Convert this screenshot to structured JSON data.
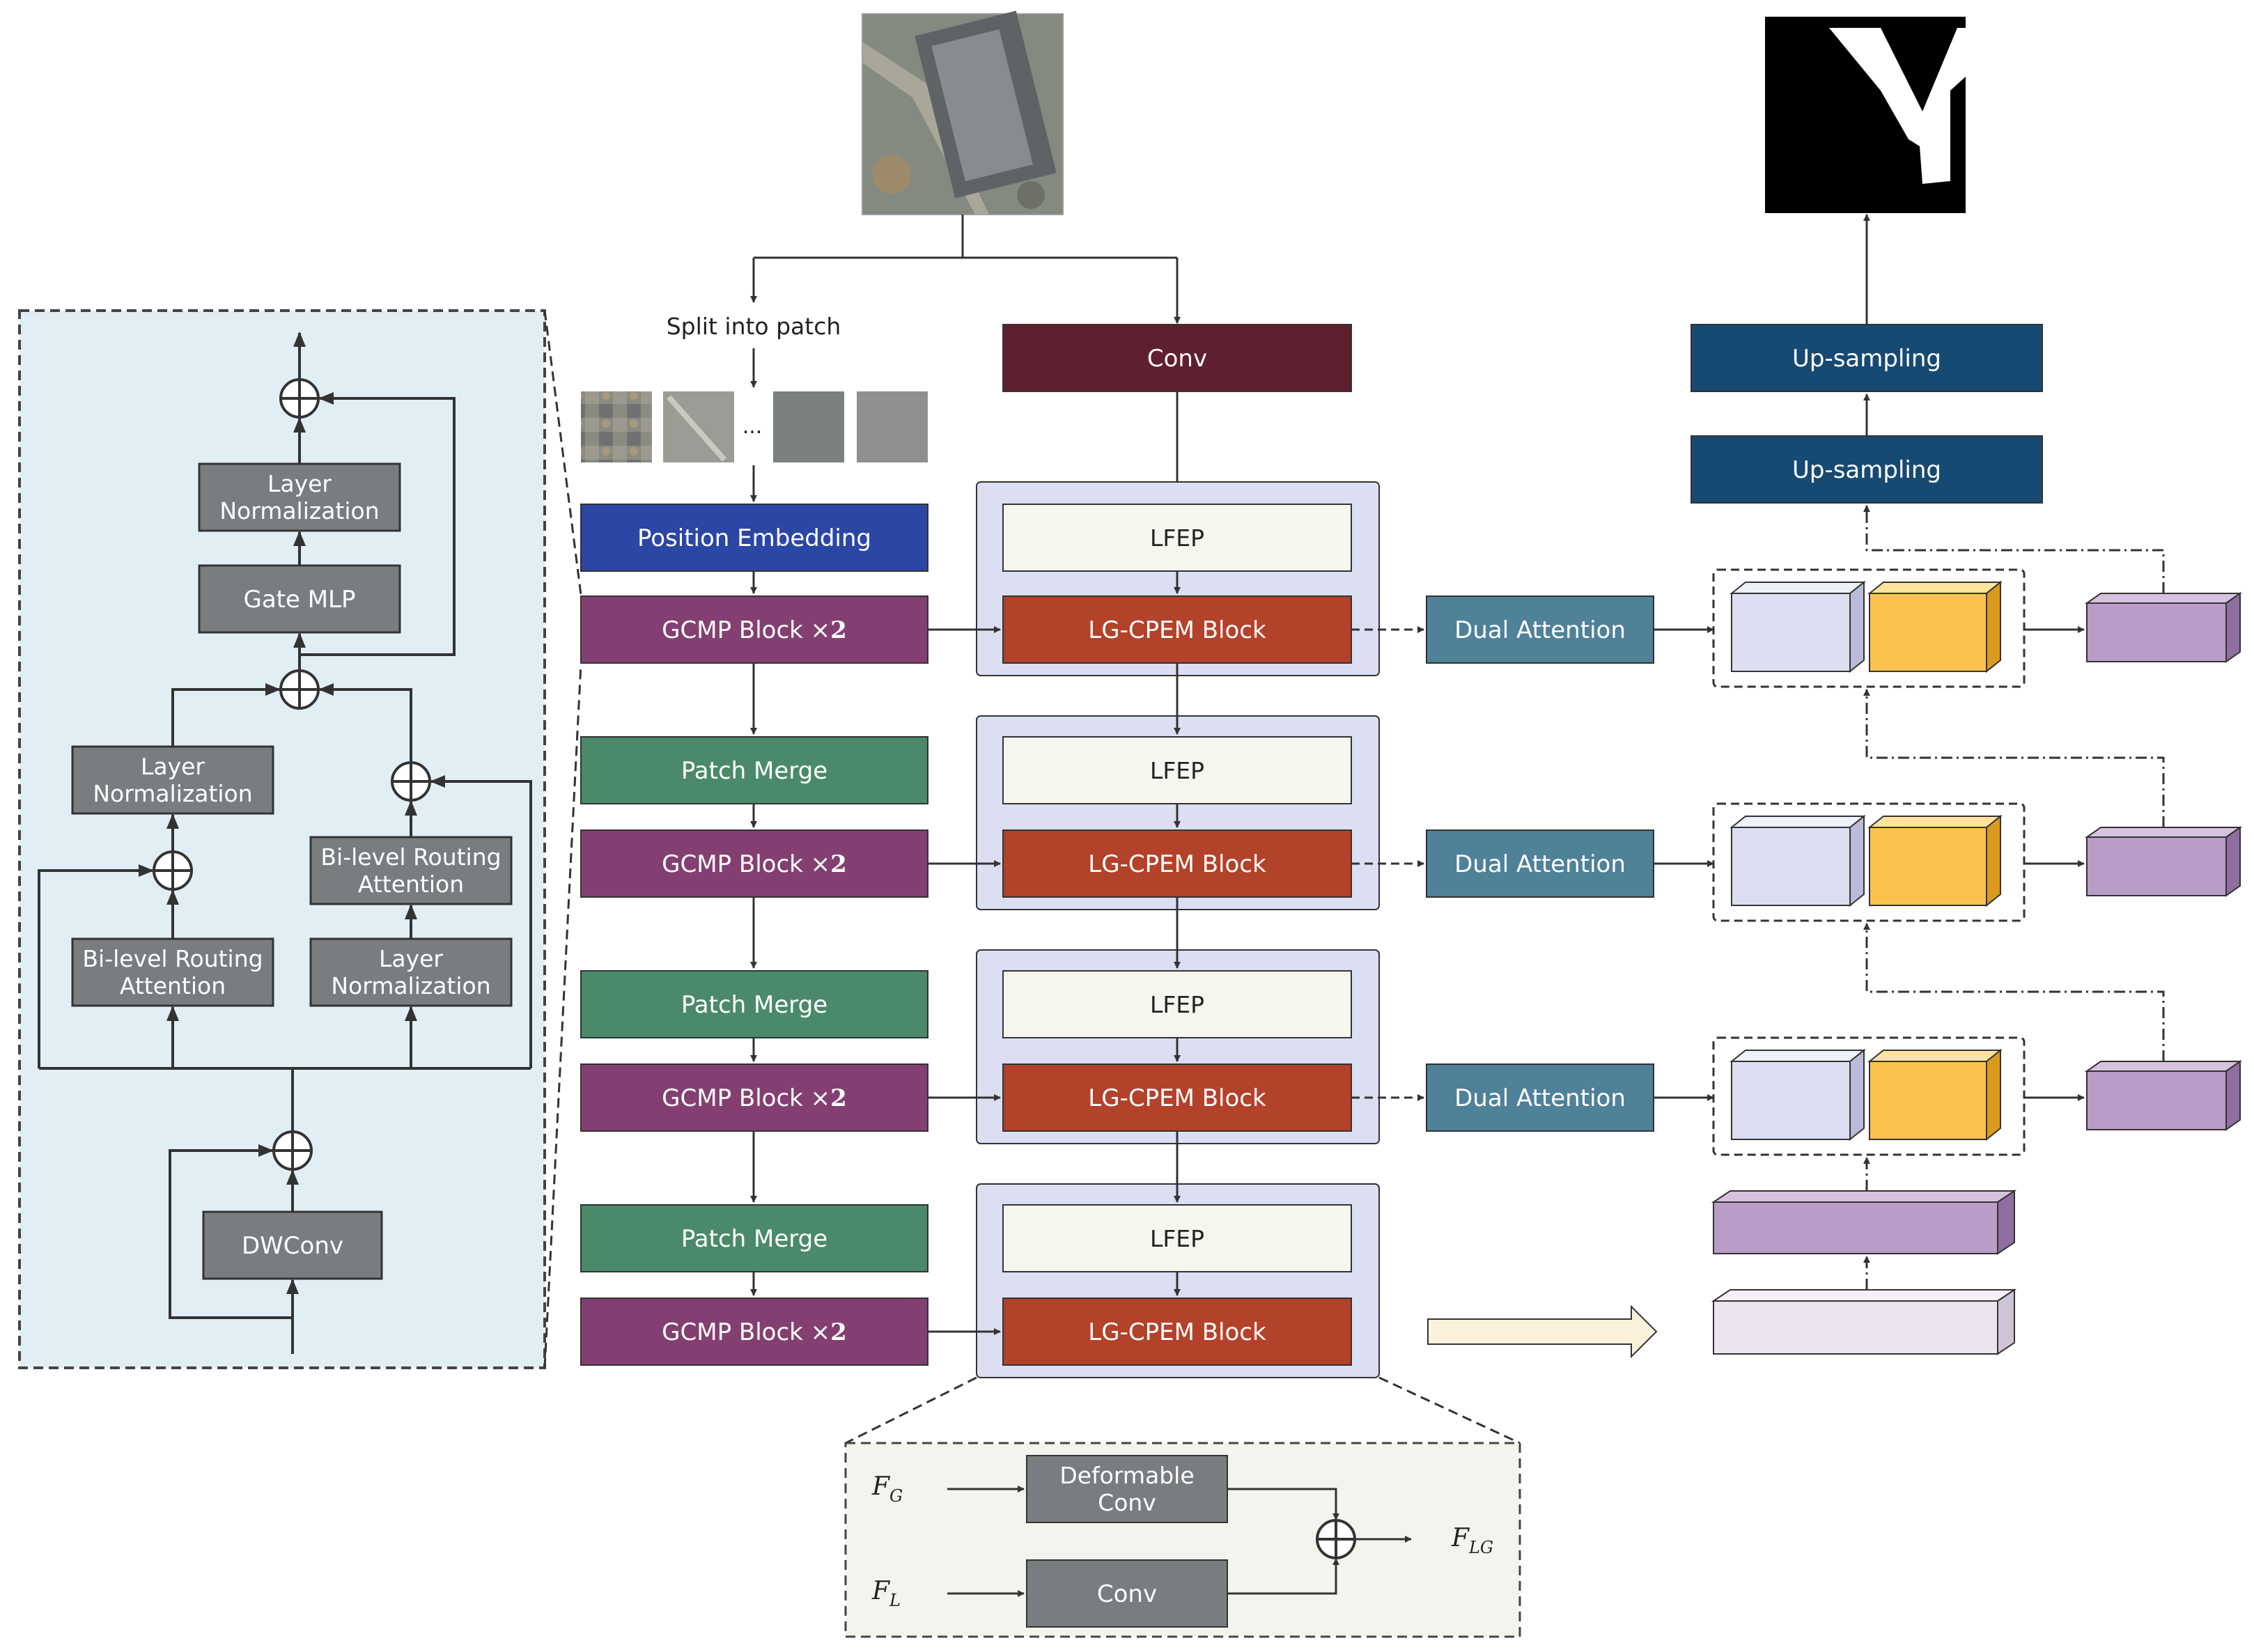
{
  "colors": {
    "gray_block": "#7a7d80",
    "conv_top": "#5e1f2e",
    "position_embedding": "#2b46a5",
    "gcmp": "#843f72",
    "patch_merge": "#4a8a6b",
    "lg_cpem": "#b3422a",
    "lfep_fill": "#f6f6ef",
    "stage_panel": "#dcdff2",
    "dual_attention": "#4f8199",
    "upsampling": "#174a72",
    "left_panel": "#e1eff5",
    "bottom_panel": "#f4f4ef",
    "cube_lavender": "#dcdff2",
    "cube_yellow": "#fbc250",
    "cube_purple": "#b99cc8",
    "cube_pale": "#ece3f1",
    "big_arrow": "#fcf2dc"
  },
  "left_panel": {
    "layer_norm_top": [
      "Layer",
      "Normalization"
    ],
    "gate_mlp": "Gate MLP",
    "layer_norm_left": [
      "Layer",
      "Normalization"
    ],
    "bi_level_right": [
      "Bi-level Routing",
      "Attention"
    ],
    "bi_level_left": [
      "Bi-level Routing",
      "Attention"
    ],
    "layer_norm_right": [
      "Layer",
      "Normalization"
    ],
    "dwconv": "DWConv"
  },
  "encoder": {
    "split_label": "Split into patch",
    "ellipsis": "...",
    "position_embedding": "Position Embedding",
    "gcmp_label": "GCMP Block ×",
    "gcmp_mult": "2",
    "patch_merge": "Patch Merge"
  },
  "center": {
    "conv": "Conv",
    "lfep": "LFEP",
    "lg_cpem": "LG-CPEM Block"
  },
  "right": {
    "dual_attention": "Dual Attention",
    "upsampling_1": "Up-sampling",
    "upsampling_2": "Up-sampling"
  },
  "bottom_panel": {
    "deformable_conv": [
      "Deformable",
      "Conv"
    ],
    "conv": "Conv",
    "fg_main": "F",
    "fg_sub": "G",
    "fl_main": "F",
    "fl_sub": "L",
    "flg_main": "F",
    "flg_sub": "LG"
  }
}
